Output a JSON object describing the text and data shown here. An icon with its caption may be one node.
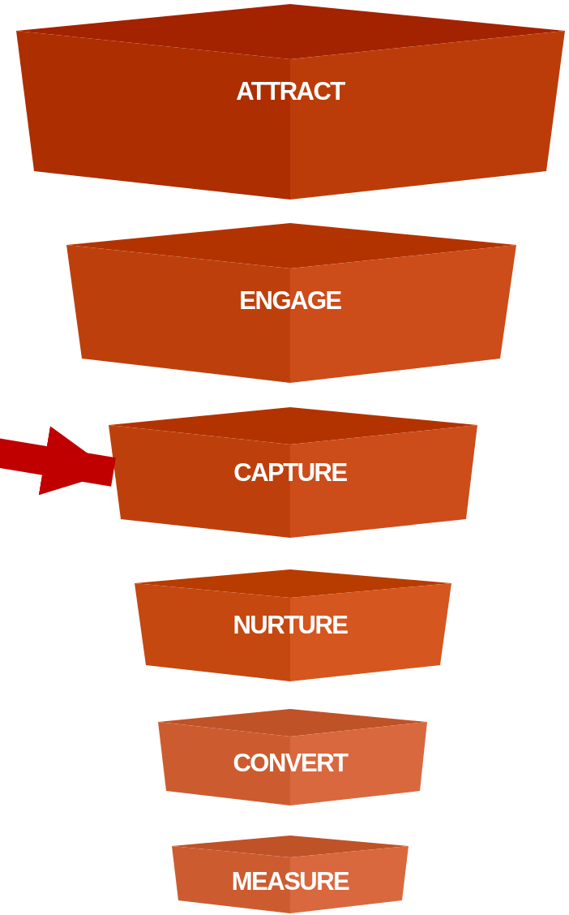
{
  "diagram": {
    "nodes": [
      {
        "text": [
          "ATTRACT"
        ]
      },
      {
        "text": [
          "ENGAGE"
        ]
      },
      {
        "text": [
          "CAPTURE"
        ]
      },
      {
        "text": [
          "NURTURE"
        ]
      },
      {
        "text": [
          "CONVERT"
        ]
      },
      {
        "text": [
          "MEASURE"
        ]
      }
    ],
    "edges": [
      {
        "from": null,
        "to": 2,
        "arrow": "to"
      }
    ]
  }
}
